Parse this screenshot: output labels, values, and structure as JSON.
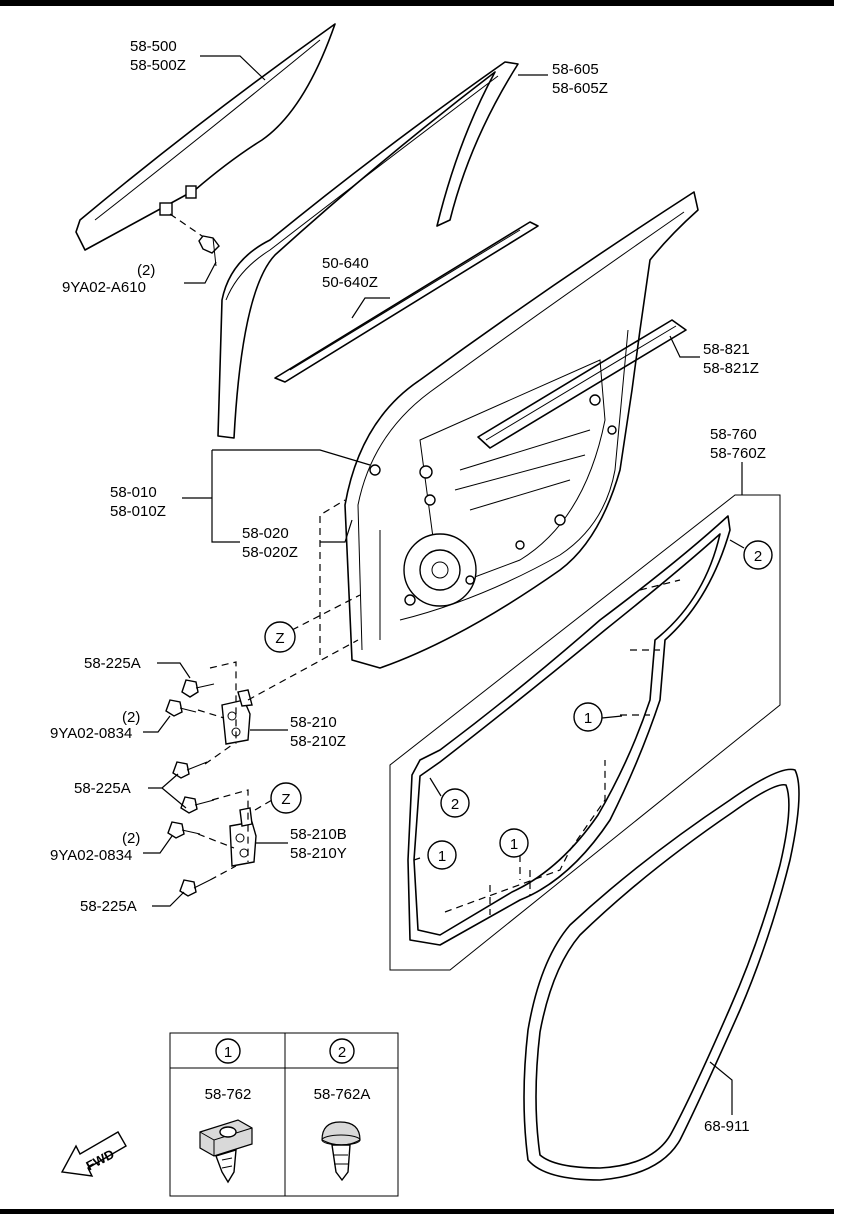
{
  "callouts": {
    "glass": [
      "58-500",
      "58-500Z"
    ],
    "run_channel": [
      "58-605",
      "58-605Z"
    ],
    "glass_bolt_qty": "(2)",
    "glass_bolt": "9YA02-A610",
    "belt_molding": [
      "50-640",
      "50-640Z"
    ],
    "outer_weatherstrip": [
      "58-821",
      "58-821Z"
    ],
    "door_shell": [
      "58-010",
      "58-010Z"
    ],
    "door_panel": [
      "58-020",
      "58-020Z"
    ],
    "door_seal": [
      "58-760",
      "58-760Z"
    ],
    "upper_hinge_bolt_1": "58-225A",
    "upper_hinge_bolt_qty": "(2)",
    "upper_hinge_bolt": "9YA02-0834",
    "upper_hinge": [
      "58-210",
      "58-210Z"
    ],
    "hinge_bolt_shared": "58-225A",
    "lower_hinge_bolt_qty": "(2)",
    "lower_hinge_bolt": "9YA02-0834",
    "lower_hinge": [
      "58-210B",
      "58-210Y"
    ],
    "lower_hinge_bolt_2": "58-225A",
    "body_weatherstrip": "68-911"
  },
  "markers": {
    "z": "Z",
    "one": "1",
    "two": "2"
  },
  "legend": {
    "col1_header": "1",
    "col2_header": "2",
    "col1_part": "58-762",
    "col2_part": "58-762A"
  },
  "fwd_label": "FWD"
}
